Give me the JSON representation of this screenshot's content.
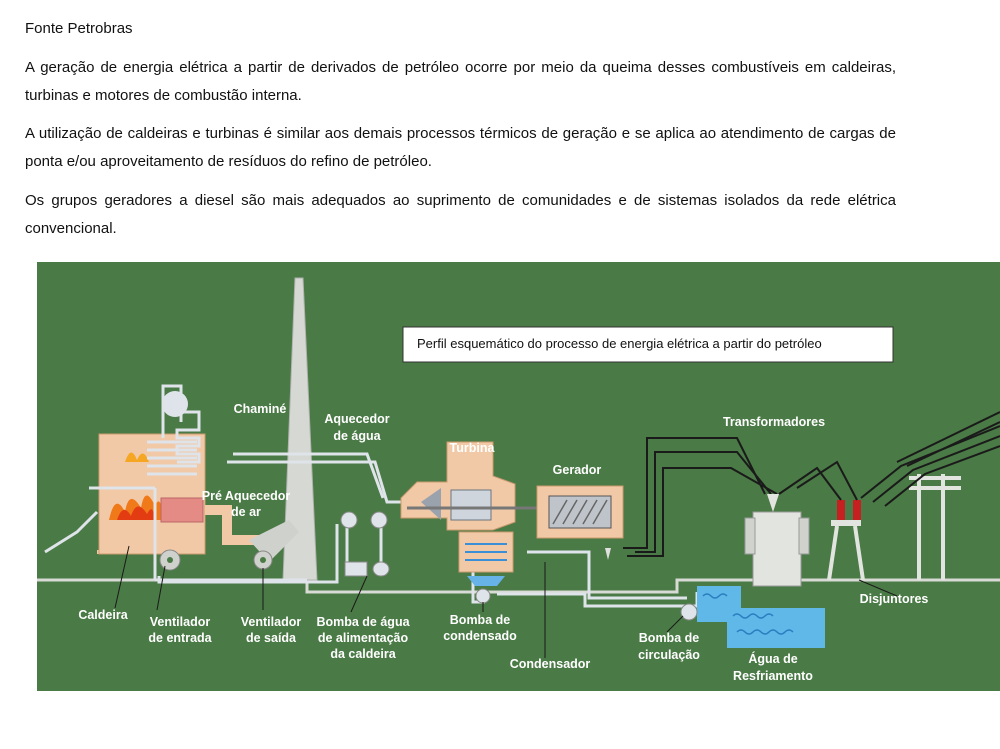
{
  "source_label": "Fonte Petrobras",
  "paragraphs": [
    "A geração de energia elétrica a partir de derivados de petróleo ocorre por meio da queima desses combustíveis em caldeiras, turbinas e motores de combustão interna.",
    "A utilização de caldeiras e turbinas é similar aos demais processos térmicos de geração e se aplica ao atendimento de cargas de ponta e/ou aproveitamento de resíduos do refino de petróleo.",
    "Os grupos geradores a diesel são mais adequados ao suprimento de comunidades e de sistemas isolados da rede elétrica convencional."
  ],
  "diagram": {
    "caption": "Perfil esquemático do processo de energia elétrica a partir do petróleo",
    "background_color": "#4a7a45",
    "labels": {
      "chimney": "Chaminé",
      "water_heater_1": "Aquecedor",
      "water_heater_2": "de água",
      "turbine": "Turbina",
      "generator": "Gerador",
      "transformers": "Transformadores",
      "air_preheater_1": "Pré Aquecedor",
      "air_preheater_2": "de ar",
      "boiler": "Caldeira",
      "inlet_fan_1": "Ventilador",
      "inlet_fan_2": "de entrada",
      "outlet_fan_1": "Ventilador",
      "outlet_fan_2": "de saída",
      "feed_pump_1": "Bomba de água",
      "feed_pump_2": "de alimentação",
      "feed_pump_3": "da caldeira",
      "condensate_pump_1": "Bomba de",
      "condensate_pump_2": "condensado",
      "condenser": "Condensador",
      "circulation_pump_1": "Bomba de",
      "circulation_pump_2": "circulação",
      "cooling_water_1": "Água de",
      "cooling_water_2": "Resfriamento",
      "circuit_breakers": "Disjuntores"
    }
  }
}
